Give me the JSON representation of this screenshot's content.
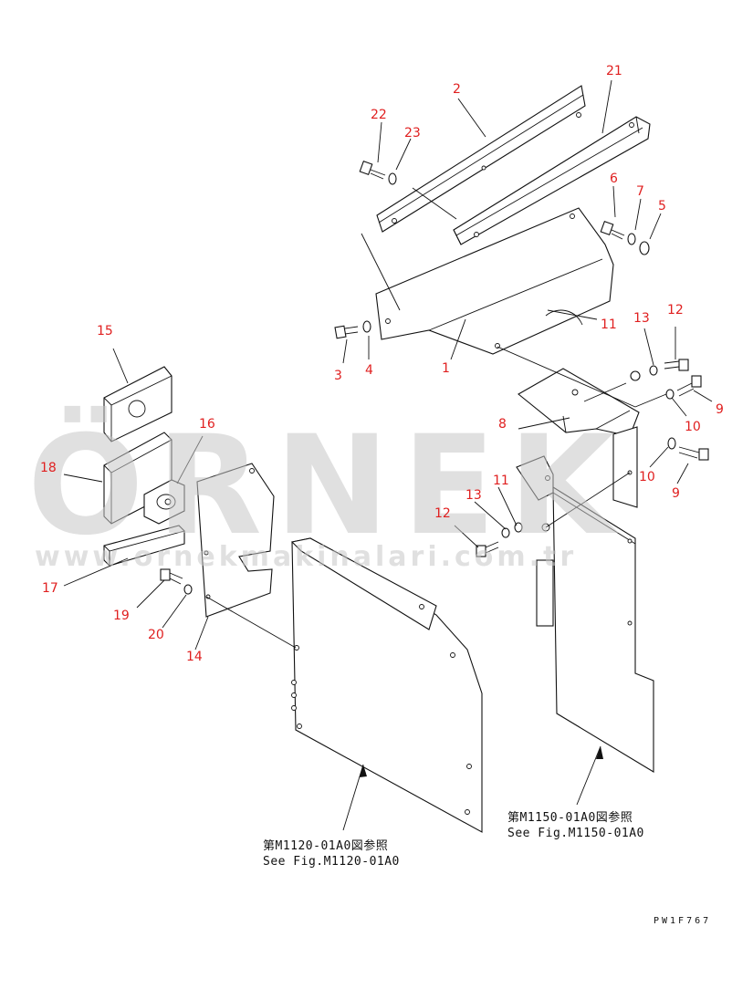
{
  "diagram": {
    "part_labels": {
      "p1": "1",
      "p2": "2",
      "p3": "3",
      "p4": "4",
      "p5": "5",
      "p6": "6",
      "p7": "7",
      "p8": "8",
      "p9a": "9",
      "p9b": "9",
      "p10a": "10",
      "p10b": "10",
      "p11a": "11",
      "p11b": "11",
      "p12a": "12",
      "p12b": "12",
      "p13a": "13",
      "p13b": "13",
      "p14": "14",
      "p15": "15",
      "p16": "16",
      "p17": "17",
      "p18": "18",
      "p19": "19",
      "p20": "20",
      "p21": "21",
      "p22": "22",
      "p23": "23"
    },
    "ref_left": {
      "jp": "第M1120-01A0図参照",
      "en": "See Fig.M1120-01A0"
    },
    "ref_right": {
      "jp": "第M1150-01A0図参照",
      "en": "See Fig.M1150-01A0"
    },
    "drawing_code": "PW1F767",
    "label_color": "#e02020"
  },
  "watermark": {
    "brand": "ÖRNEK",
    "url": "www.ornekmakinalari.com.tr"
  }
}
